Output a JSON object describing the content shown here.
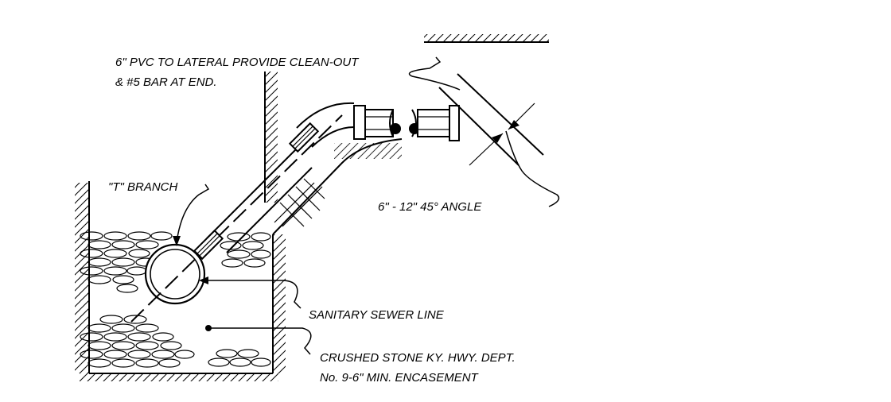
{
  "labels": {
    "pvc_line1": "6\" PVC TO LATERAL PROVIDE CLEAN-OUT",
    "pvc_line2": "& #5 BAR AT END.",
    "t_branch": "\"T\" BRANCH",
    "angle": "6\" - 12\" 45° ANGLE",
    "sewer": "SANITARY SEWER LINE",
    "stone_line1": "CRUSHED STONE KY. HWY. DEPT.",
    "stone_line2": "No. 9-6\" MIN. ENCASEMENT"
  },
  "colors": {
    "ink": "#000000",
    "background": "#ffffff"
  }
}
